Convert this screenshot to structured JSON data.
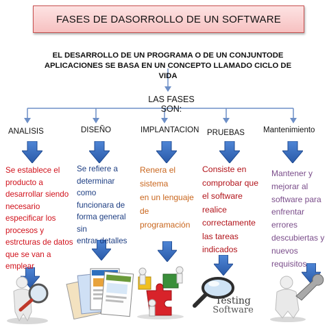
{
  "title": "FASES DE DASORROLLO DE UN SOFTWARE",
  "intro": {
    "line1": "EL DESARROLLO DE UN PROGRAMA O DE UN CONJUNTODE",
    "line2": "APLICACIONES SE BASA EN UN CONCEPTO LLAMADO CICLO DE VIDA"
  },
  "fases_label": "LAS FASES SON:",
  "phases": [
    {
      "name": "ANALISIS",
      "lines": [
        "Se establece el",
        "producto a",
        "desarrollar siendo",
        "necesario",
        "especificar los",
        "procesos y",
        "estrcturas de datos",
        "que se van a",
        "emplear"
      ]
    },
    {
      "name": "DISEÑO",
      "lines": [
        "Se refiere a",
        "determinar como",
        "funcionara de",
        "forma general sin",
        "entrar detalles"
      ]
    },
    {
      "name": "IMPLANTACION",
      "lines": [
        "Renera el sistema",
        "en un lenguaje de",
        "programación"
      ]
    },
    {
      "name": "PRUEBAS",
      "lines": [
        "Consiste en",
        "comprobar que",
        "el software",
        "realice",
        "correctamente",
        "las tareas",
        "indicados"
      ]
    },
    {
      "name": "Mantenimiento",
      "lines": [
        "Mantener y",
        "mejorar al",
        "software para",
        "enfrentar",
        "errores",
        "descubiertas y",
        "nuevos",
        "requisitos"
      ]
    }
  ],
  "testing_logo": {
    "line1": "Testing",
    "line2": "Software"
  },
  "colors": {
    "title_bg": "#f7c1c1",
    "arrow_blue": "#3a6fc1",
    "connector": "#6d8fc7",
    "analisis_text": "#d0101a",
    "diseno_text": "#1c3d82",
    "implantacion_text": "#c9661d",
    "pruebas_text": "#b11219",
    "mantenimiento_text": "#7a4d8a"
  }
}
